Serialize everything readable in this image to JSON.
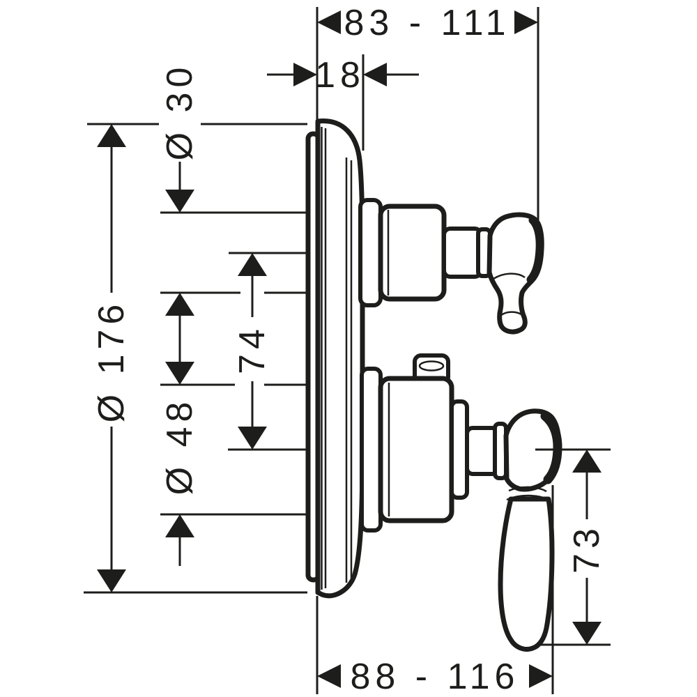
{
  "canvas": {
    "background": "#ffffff",
    "line_color": "#1d1d1b"
  },
  "drawing": {
    "kind": "technical-dimension-drawing",
    "view": "side-profile of concealed two-handle valve trim with round escutcheon plate and two lever handles"
  },
  "dimensions": {
    "top_width": {
      "label": "83 - 111"
    },
    "plate_depth": {
      "label": "18"
    },
    "plate_diameter": {
      "label": "Ø 176"
    },
    "upper_trim_diameter": {
      "label": "Ø 30"
    },
    "lower_trim_diameter": {
      "label": "Ø 48"
    },
    "handle_spacing": {
      "label": "74"
    },
    "lever_length": {
      "label": "73"
    },
    "bottom_width": {
      "label": "88 - 116"
    }
  }
}
